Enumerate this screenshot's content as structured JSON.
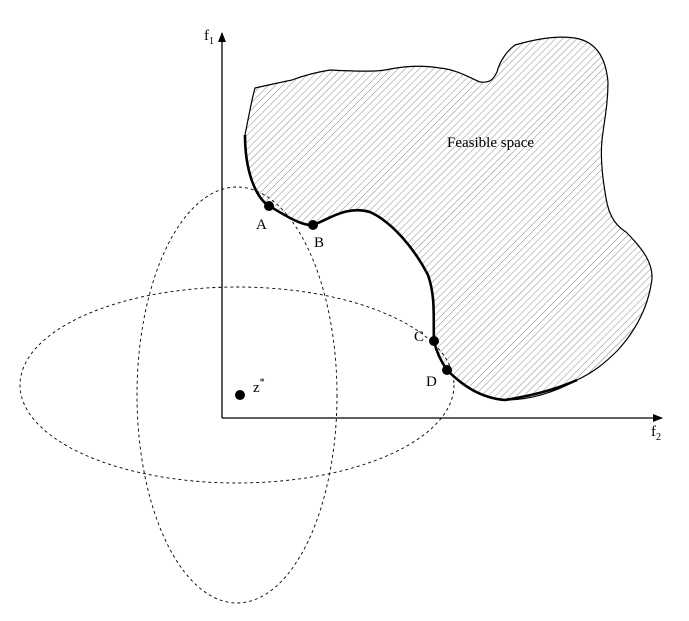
{
  "axes": {
    "y_label": "f",
    "y_subscript": "1",
    "x_label": "f",
    "x_subscript": "2"
  },
  "region_label": "Feasible space",
  "points": [
    {
      "id": "A",
      "label": "A"
    },
    {
      "id": "B",
      "label": "B"
    },
    {
      "id": "C",
      "label": "C"
    },
    {
      "id": "D",
      "label": "D"
    }
  ],
  "ideal_point": {
    "label": "z",
    "superscript": "*"
  },
  "colors": {
    "stroke": "#000000",
    "hatch": "#8c8c8c",
    "region_fill": "#e6e6e6"
  }
}
